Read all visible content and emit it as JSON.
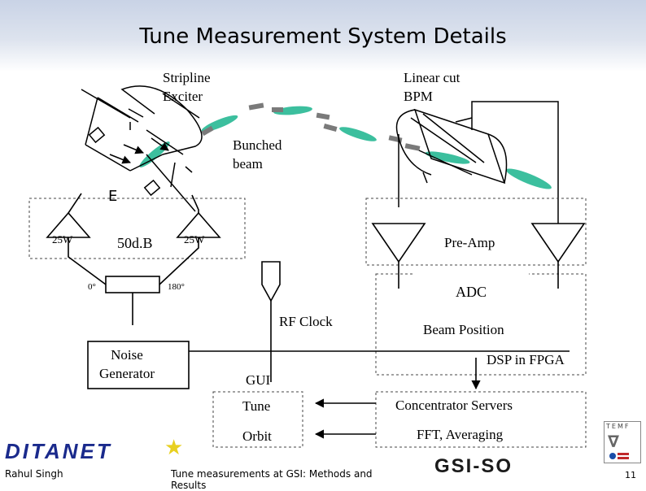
{
  "title": "Tune Measurement System Details",
  "labels": {
    "stripline_exciter": "Stripline\nExciter",
    "linear_cut_bpm": "Linear cut\nBPM",
    "bunched_beam": "Bunched\nbeam",
    "e_field": "E",
    "amp_left": "25W",
    "attenuator": "50d.B",
    "amp_right": "25W",
    "hybrid_0": "0°",
    "hybrid_180": "180°",
    "pre_amp": "Pre-Amp",
    "adc": "ADC",
    "rf_clock": "RF Clock",
    "beam_position": "Beam Position",
    "dsp": "DSP in FPGA",
    "noise_generator": "Noise\nGenerator",
    "gui": "GUI",
    "tune": "Tune",
    "orbit": "Orbit",
    "concentrator": "Concentrator Servers",
    "fft": "FFT, Averaging"
  },
  "footer": {
    "author": "Rahul Singh",
    "talk_title": "Tune measurements at GSI: Methods and Results",
    "page_number": "11"
  },
  "logos": {
    "ditanet": "DITANET",
    "gsi": "GSI-SO",
    "temf": "TEMF"
  },
  "colors": {
    "bunch": "#3cbf9e",
    "gap": "#7a7a7a",
    "ditanet_blue": "#1a2a8c",
    "ditanet_star": "#e8d020"
  }
}
